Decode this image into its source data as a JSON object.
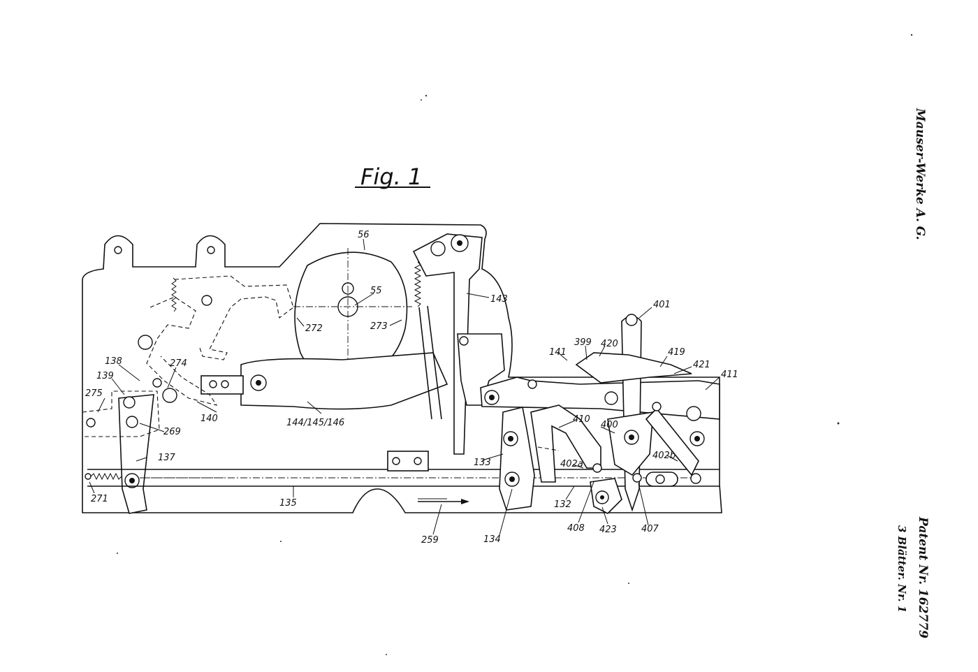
{
  "figure": {
    "title": "Fig. 1"
  },
  "side_text": {
    "company": "Mauser-Werke A. G.",
    "patent": "Patent Nr. 162779",
    "sheets": "3 Blätter. Nr. 1"
  },
  "labels": {
    "l56": "56",
    "l55": "55",
    "l143": "143",
    "l272": "272",
    "l273": "273",
    "l401": "401",
    "l399": "399",
    "l420": "420",
    "l141": "141",
    "l419": "419",
    "l421": "421",
    "l411": "411",
    "l138": "138",
    "l274": "274",
    "l139": "139",
    "l275": "275",
    "l140": "140",
    "l269": "269",
    "l144": "144/145/146",
    "l410": "410",
    "l400": "400",
    "l137": "137",
    "l133": "133",
    "l402a": "402a",
    "l402b": "402b",
    "l271": "271",
    "l135": "135",
    "l132": "132",
    "l134": "134",
    "l408": "408",
    "l423": "423",
    "l407": "407",
    "l259": "259"
  }
}
